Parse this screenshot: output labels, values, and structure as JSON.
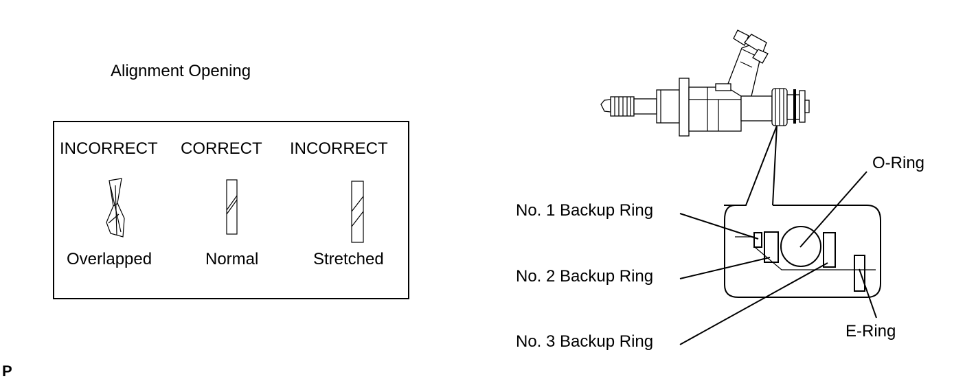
{
  "alignment": {
    "title": "Alignment Opening",
    "columns": [
      {
        "status": "INCORRECT",
        "condition": "Overlapped"
      },
      {
        "status": "CORRECT",
        "condition": "Normal"
      },
      {
        "status": "INCORRECT",
        "condition": "Stretched"
      }
    ]
  },
  "injector": {
    "labels": {
      "o_ring": "O-Ring",
      "backup_1": "No. 1 Backup Ring",
      "backup_2": "No. 2 Backup Ring",
      "backup_3": "No. 3 Backup Ring",
      "e_ring": "E-Ring"
    }
  },
  "corner_mark": "P"
}
